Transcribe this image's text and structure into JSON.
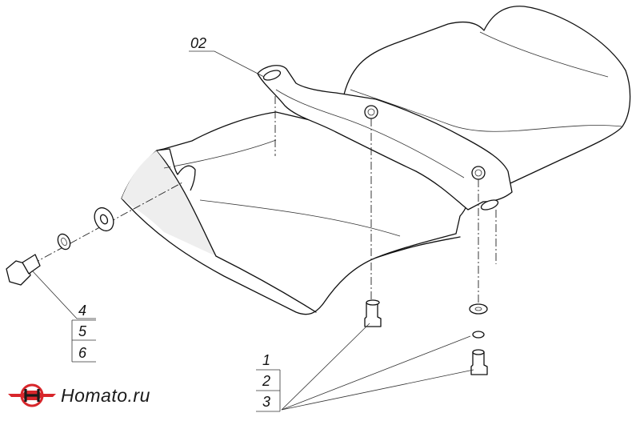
{
  "callouts": {
    "assembly": "02",
    "part_1": "1",
    "part_2": "2",
    "part_3": "3",
    "part_4": "4",
    "part_5": "5",
    "part_6": "6"
  },
  "logo": {
    "text": "Homato.ru",
    "colors": {
      "red": "#d8262b",
      "dark": "#1a1a1a"
    }
  }
}
